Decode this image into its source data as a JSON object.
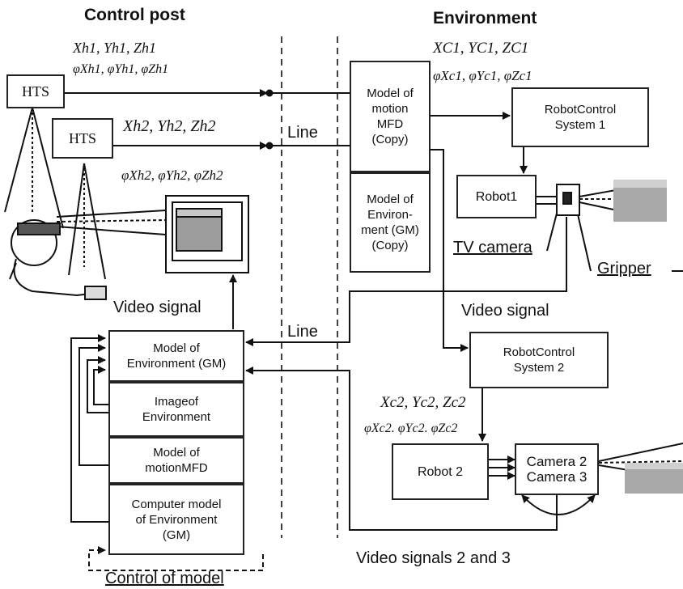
{
  "headings": {
    "control_post": "Control post",
    "environment": "Environment"
  },
  "hts": {
    "hts1": "HTS",
    "hts2": "HTS"
  },
  "coords": {
    "h1_pos": "Xh1, Yh1, Zh1",
    "h1_rot": "φXh1, φYh1, φZh1",
    "h2_pos": "Xh2, Yh2, Zh2",
    "h2_rot": "φXh2, φYh2, φZh2",
    "c1_pos": "XC1, YC1, ZC1",
    "c1_rot": "φXc1, φYc1, φZc1",
    "c2_pos": "Xc2, Yc2, Zc2",
    "c2_rot": "φXc2. φYc2. φZc2"
  },
  "env_boxes": {
    "motion_copy": "Model of\nmotion\nMFD\n(Copy)",
    "env_copy": "Model of\nEnviron-\nment (GM)\n(Copy)",
    "rcs1": "RobotControl\nSystem 1",
    "robot1": "Robot1",
    "rcs2": "RobotControl\nSystem 2",
    "robot2": "Robot 2",
    "camera2": "Camera 2",
    "camera3": "Camera 3"
  },
  "cp_boxes": {
    "model_env": "Model of\nEnvironment (GM)",
    "image_env": "Imageof\nEnvironment",
    "motion_mfd": "Model of\nmotionMFD",
    "computer_model": "Computer model\nof Environment\n(GM)"
  },
  "labels": {
    "line_top": "Line",
    "line_mid": "Line",
    "tv_camera": "TV camera",
    "gripper": "Gripper",
    "video_signal_left": "Video signal",
    "video_signal_right": "Video signal",
    "video_signals_23": "Video signals 2 and 3",
    "control_of_model": "Control of model"
  }
}
